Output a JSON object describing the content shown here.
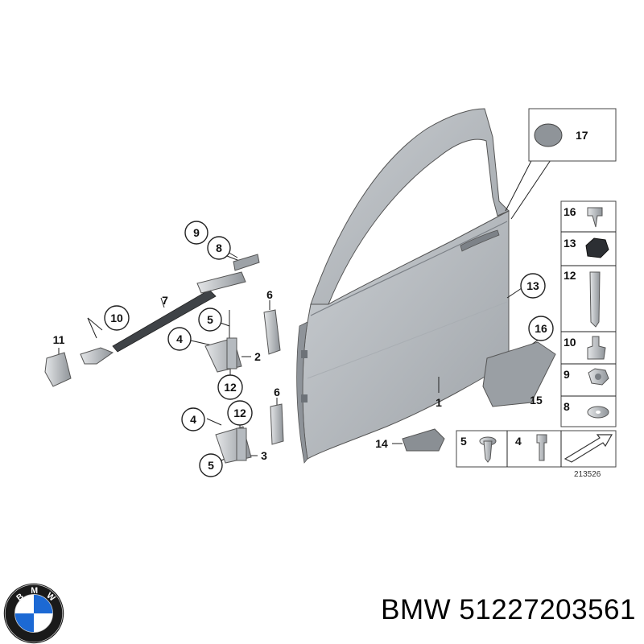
{
  "diagram": {
    "drawing_number": "213526",
    "callouts": {
      "c1": "1",
      "c2": "2",
      "c3": "3",
      "c4a": "4",
      "c4b": "4",
      "c5a": "5",
      "c5b": "5",
      "c6a": "6",
      "c6b": "6",
      "c7": "7",
      "c8": "8",
      "c9": "9",
      "c10": "10",
      "c11": "11",
      "c12a": "12",
      "c12b": "12",
      "c13": "13",
      "c14": "14",
      "c15": "15",
      "c16": "16",
      "c17": "17"
    },
    "inset_17": "17",
    "right_column": [
      "16",
      "13",
      "12",
      "10",
      "9",
      "8"
    ],
    "bottom_row": [
      "5",
      "4"
    ]
  },
  "caption": {
    "brand": "BMW",
    "part_number": "51227203561",
    "full": "BMW 51227203561"
  },
  "logo": {
    "icon": "bmw-roundel-icon",
    "letters": "BMW"
  },
  "colors": {
    "door": "#b9bec2",
    "door_dark": "#8e9399",
    "stroke": "#222222"
  }
}
